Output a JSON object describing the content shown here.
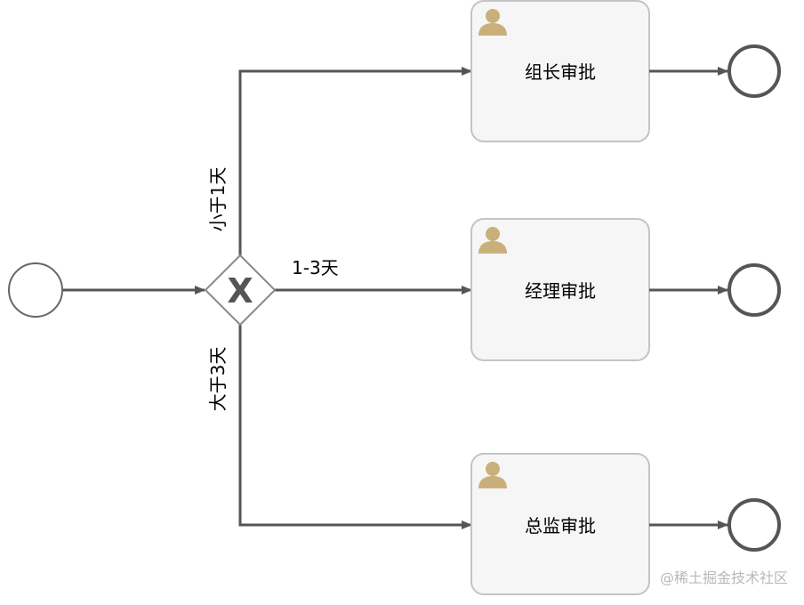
{
  "tasks": [
    {
      "label": "组长审批",
      "icon": "user-icon"
    },
    {
      "label": "经理审批",
      "icon": "user-icon"
    },
    {
      "label": "总监审批",
      "icon": "user-icon"
    }
  ],
  "gateway": {
    "type": "exclusive",
    "marker": "X"
  },
  "flows": {
    "upper_label": "小于1天",
    "middle_label": "1-3天",
    "lower_label": "大于3天"
  },
  "watermark": "@稀土掘金技术社区",
  "colors": {
    "line": "#555555",
    "task_fill": "#f6f6f6",
    "task_border": "#c4c4c4",
    "event_border": "#555555",
    "start_border": "#666666",
    "gateway_border": "#888888",
    "gateway_marker": "#555555",
    "user_icon": "#c9b07b"
  }
}
